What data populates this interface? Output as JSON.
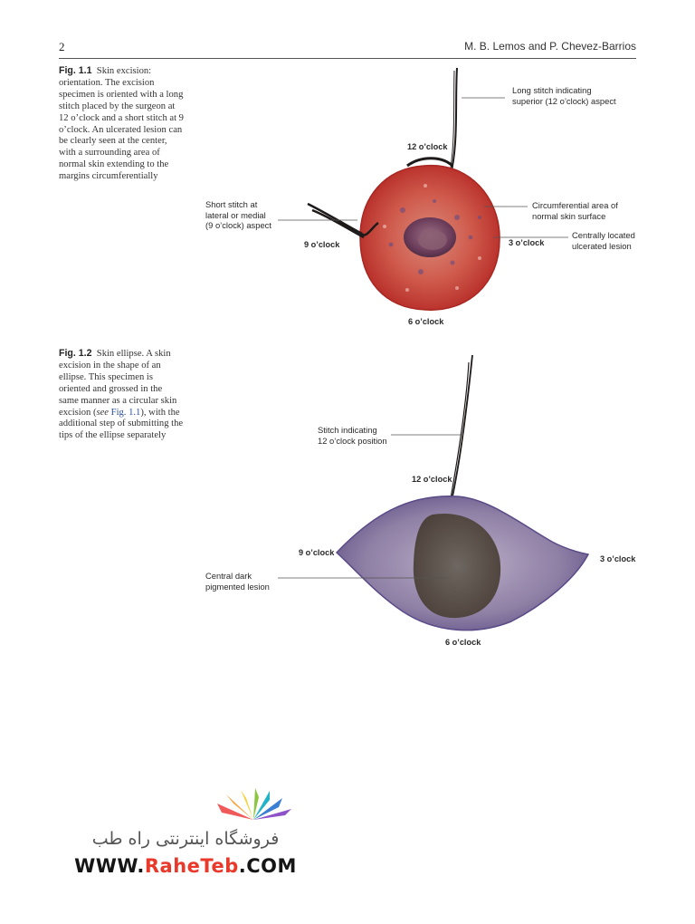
{
  "header": {
    "page_number": "2",
    "running_head": "M. B. Lemos and P. Chevez-Barrios"
  },
  "figure1": {
    "caption_label": "Fig. 1.1",
    "caption_text": "Skin excision: orientation. The excision specimen is oriented with a long stitch placed by the surgeon at 12 o’clock and a short stitch at 9 o’clock. An ulcerated lesion can be clearly seen at the center, with a surrounding area of normal skin extending to the margins circumferentially",
    "labels": {
      "long_stitch_1": "Long stitch indicating",
      "long_stitch_2": "superior (12 o’clock) aspect",
      "clock_12": "12 o’clock",
      "short_stitch_1": "Short stitch at",
      "short_stitch_2": "lateral or medial",
      "short_stitch_3": "(9 o’clock) aspect",
      "circumferential_1": "Circumferential area of",
      "circumferential_2": "normal skin surface",
      "clock_9": "9 o’clock",
      "clock_3": "3 o’clock",
      "ulcer_1": "Centrally located",
      "ulcer_2": "ulcerated lesion",
      "clock_6": "6 o’clock"
    }
  },
  "figure2": {
    "caption_label": "Fig. 1.2",
    "caption_text_1": "Skin ellipse. A skin excision in the shape of an ellipse. This specimen is oriented and grossed in the same manner as a circular skin excision (",
    "caption_see": "see",
    "caption_ref": "Fig. 1.1",
    "caption_text_2": "), with the additional step of submitting the tips of the ellipse separately",
    "labels": {
      "stitch_1": "Stitch indicating",
      "stitch_2": "12 o’clock position",
      "clock_12": "12 o’clock",
      "clock_9": "9 o’clock",
      "clock_3": "3 o’clock",
      "lesion_1": "Central dark",
      "lesion_2": "pigmented lesion",
      "clock_6": "6 o’clock"
    }
  },
  "watermark": {
    "persian_text": "فروشگاه اینترنتی راه طب",
    "url_prefix": "WWW.",
    "url_brand": "RaheTeb",
    "url_suffix": ".COM"
  },
  "colors": {
    "specimen_red": "#c8423a",
    "ulcer_purple": "#6a3c5a",
    "ellipse_purple": "#7f7296",
    "lesion_brown": "#5a5048",
    "logo_red": "#e8392b"
  }
}
